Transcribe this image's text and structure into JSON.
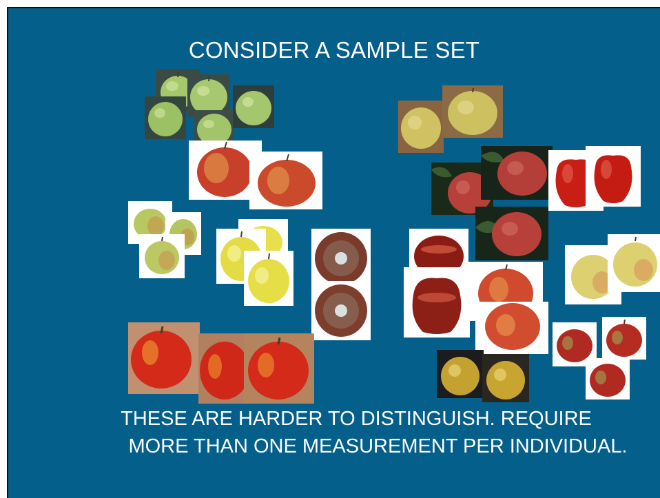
{
  "slide": {
    "title": "CONSIDER A SAMPLE SET",
    "caption_line1": "THESE ARE HARDER TO DISTINGUISH.  REQUIRE",
    "caption_line2": "MORE THAN ONE MEASUREMENT PER INDIVIDUAL."
  },
  "colors": {
    "background": "#045f8a",
    "text": "#ffffff",
    "green_apple": "#a8c870",
    "red_apple": "#d0281c",
    "yellow_apple": "#e8e04a",
    "gold_apple": "#c8a030"
  },
  "images": [
    {
      "name": "green-apple-photo",
      "variety": "green"
    },
    {
      "name": "red-apple-photo",
      "variety": "red"
    },
    {
      "name": "yellow-apple-photo",
      "variety": "yellow"
    },
    {
      "name": "crabapple-bottom-photo",
      "variety": "dark-red"
    },
    {
      "name": "golden-apple-photo",
      "variety": "gold"
    }
  ]
}
